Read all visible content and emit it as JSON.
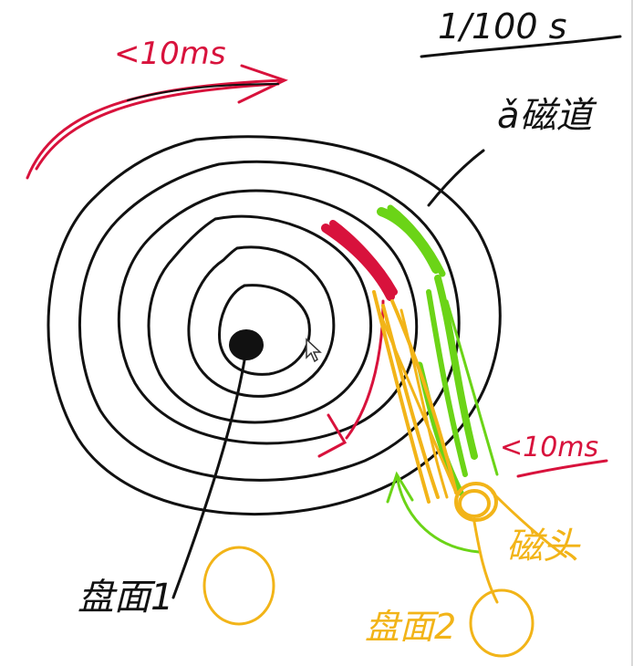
{
  "labels": {
    "top_right_speed": "1/100 s",
    "track": "ǎ磁道",
    "time_top": "<10ms",
    "time_right": "<10ms",
    "head": "磁头",
    "platter1": "盘面1",
    "platter2": "盘面2"
  },
  "colors": {
    "ink": "#111111",
    "red": "#d8123c",
    "green": "#6bd417",
    "yellow": "#f2b418",
    "background": "#ffffff"
  }
}
